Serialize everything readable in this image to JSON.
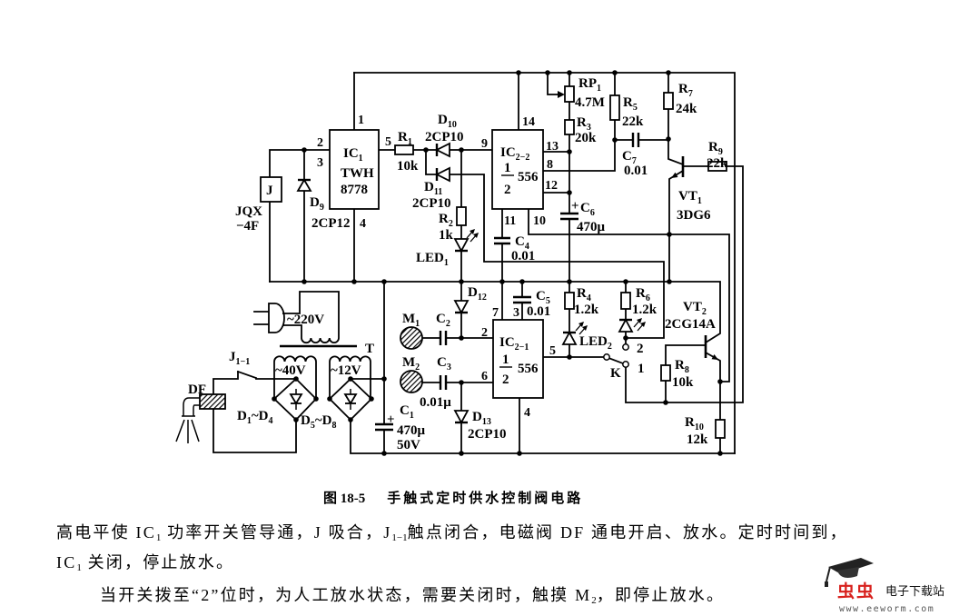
{
  "diagram": {
    "ic1": {
      "name": "IC",
      "sub": "1",
      "line1": "TWH",
      "line2": "8778",
      "pin1": "1",
      "pin2": "2",
      "pin3": "3",
      "pin4": "4",
      "pin5": "5"
    },
    "relay": {
      "name": "J",
      "model_a": "JQX",
      "model_b": "−4F"
    },
    "d9": {
      "name": "D",
      "sub": "9",
      "type": "2CP12"
    },
    "r1": {
      "name": "R",
      "sub": "1",
      "value": "10k"
    },
    "d10": {
      "name": "D",
      "sub": "10",
      "type": "2CP10"
    },
    "d11": {
      "name": "D",
      "sub": "11",
      "type": "2CP10"
    },
    "r2": {
      "name": "R",
      "sub": "2",
      "value": "1k"
    },
    "led1": {
      "name": "LED",
      "sub": "1"
    },
    "ic2_2": {
      "name": "IC",
      "sub": "2−2",
      "frac_num": "1",
      "frac_den": "2",
      "model": "556",
      "pin9": "9",
      "pin14": "14",
      "pin13": "13",
      "pin8": "8",
      "pin12": "12",
      "pin11": "11",
      "pin10": "10"
    },
    "c4": {
      "name": "C",
      "sub": "4",
      "value": "0.01"
    },
    "rp1": {
      "name": "RP",
      "sub": "1",
      "value": "4.7M"
    },
    "r3": {
      "name": "R",
      "sub": "3",
      "value": "20k"
    },
    "r5": {
      "name": "R",
      "sub": "5",
      "value": "22k"
    },
    "c7": {
      "name": "C",
      "sub": "7",
      "value": "0.01"
    },
    "c6": {
      "polarity": "+",
      "name": "C",
      "sub": "6",
      "value": "470μ"
    },
    "r7": {
      "name": "R",
      "sub": "7",
      "value": "24k"
    },
    "r9": {
      "name": "R",
      "sub": "9",
      "value": "22k"
    },
    "vt1": {
      "name": "VT",
      "sub": "1",
      "type": "3DG6"
    },
    "mains": {
      "label": "~220V"
    },
    "transformer": {
      "name": "T",
      "sec1": "~40V",
      "sec2": "~12V"
    },
    "contact": {
      "name": "J",
      "sub": "1−1"
    },
    "valve": {
      "name": "DF"
    },
    "bridge1": {
      "a": "D",
      "a_sub": "1",
      "b": "~D",
      "b_sub": "4"
    },
    "bridge2": {
      "a": "D",
      "a_sub": "5",
      "b": "~D",
      "b_sub": "8"
    },
    "c1": {
      "polarity": "+",
      "name": "C",
      "sub": "1",
      "value": "470μ",
      "voltage": "50V"
    },
    "m1": {
      "name": "M",
      "sub": "1"
    },
    "m2": {
      "name": "M",
      "sub": "2"
    },
    "c2": {
      "name": "C",
      "sub": "2"
    },
    "c3": {
      "name": "C",
      "sub": "3",
      "value": "0.01μ"
    },
    "d12": {
      "name": "D",
      "sub": "12"
    },
    "d13": {
      "name": "D",
      "sub": "13",
      "type": "2CP10"
    },
    "ic2_1": {
      "name": "IC",
      "sub": "2−1",
      "frac_num": "1",
      "frac_den": "2",
      "model": "556",
      "pin7": "7",
      "pin3": "3",
      "pin2": "2",
      "pin6": "6",
      "pin5": "5",
      "pin4": "4"
    },
    "c5": {
      "name": "C",
      "sub": "5",
      "value": "0.01"
    },
    "r4": {
      "name": "R",
      "sub": "4",
      "value": "1.2k"
    },
    "led2": {
      "name": "LED",
      "sub": "2"
    },
    "r6": {
      "name": "R",
      "sub": "6",
      "value": "1.2k"
    },
    "switch_k": {
      "name": "K",
      "pos1": "1",
      "pos2": "2"
    },
    "vt2": {
      "name": "VT",
      "sub": "2",
      "type": "2CG14A"
    },
    "r8": {
      "name": "R",
      "sub": "8",
      "value": "10k"
    },
    "r10": {
      "name": "R",
      "sub": "10",
      "value": "12k"
    }
  },
  "caption": {
    "figure": "图 18-5",
    "title": "手触式定时供水控制阀电路"
  },
  "body": {
    "line1": {
      "a": "高电平使 IC",
      "a_sub": "1",
      "b": " 功率开关管导通，J 吸合，J",
      "b_sub": "1−1",
      "c": "触点闭合，电磁阀 DF 通电开启、放水。定时时间到，"
    },
    "line2": {
      "a": "IC",
      "a_sub": "1",
      "b": " 关闭，停止放水。"
    },
    "line3": {
      "a": "当开关拨至“2”位时，为人工放水状态，需要关闭时，触摸 M",
      "a_sub": "2",
      "b": "，即停止放水。"
    }
  },
  "watermark": {
    "logo": "虫虫",
    "site": "电子下载站",
    "url": "www.eeworm.com"
  }
}
